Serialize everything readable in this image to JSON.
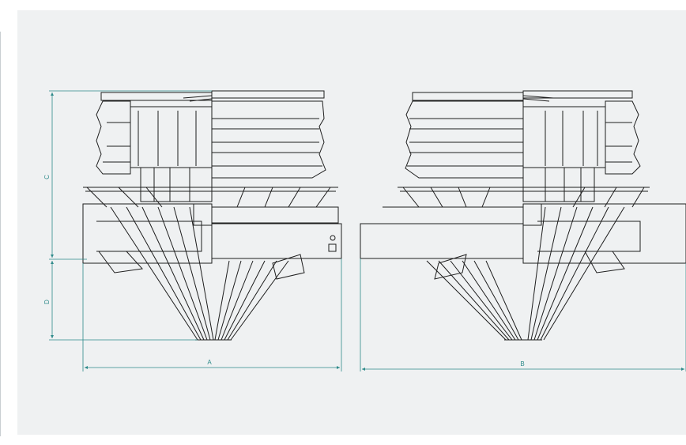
{
  "dimensions": {
    "a": "A",
    "b": "B",
    "c": "C",
    "d": "D"
  },
  "colors": {
    "background": "#eff1f2",
    "line": "#1e1e1e",
    "dimension": "#2e8a8a"
  }
}
